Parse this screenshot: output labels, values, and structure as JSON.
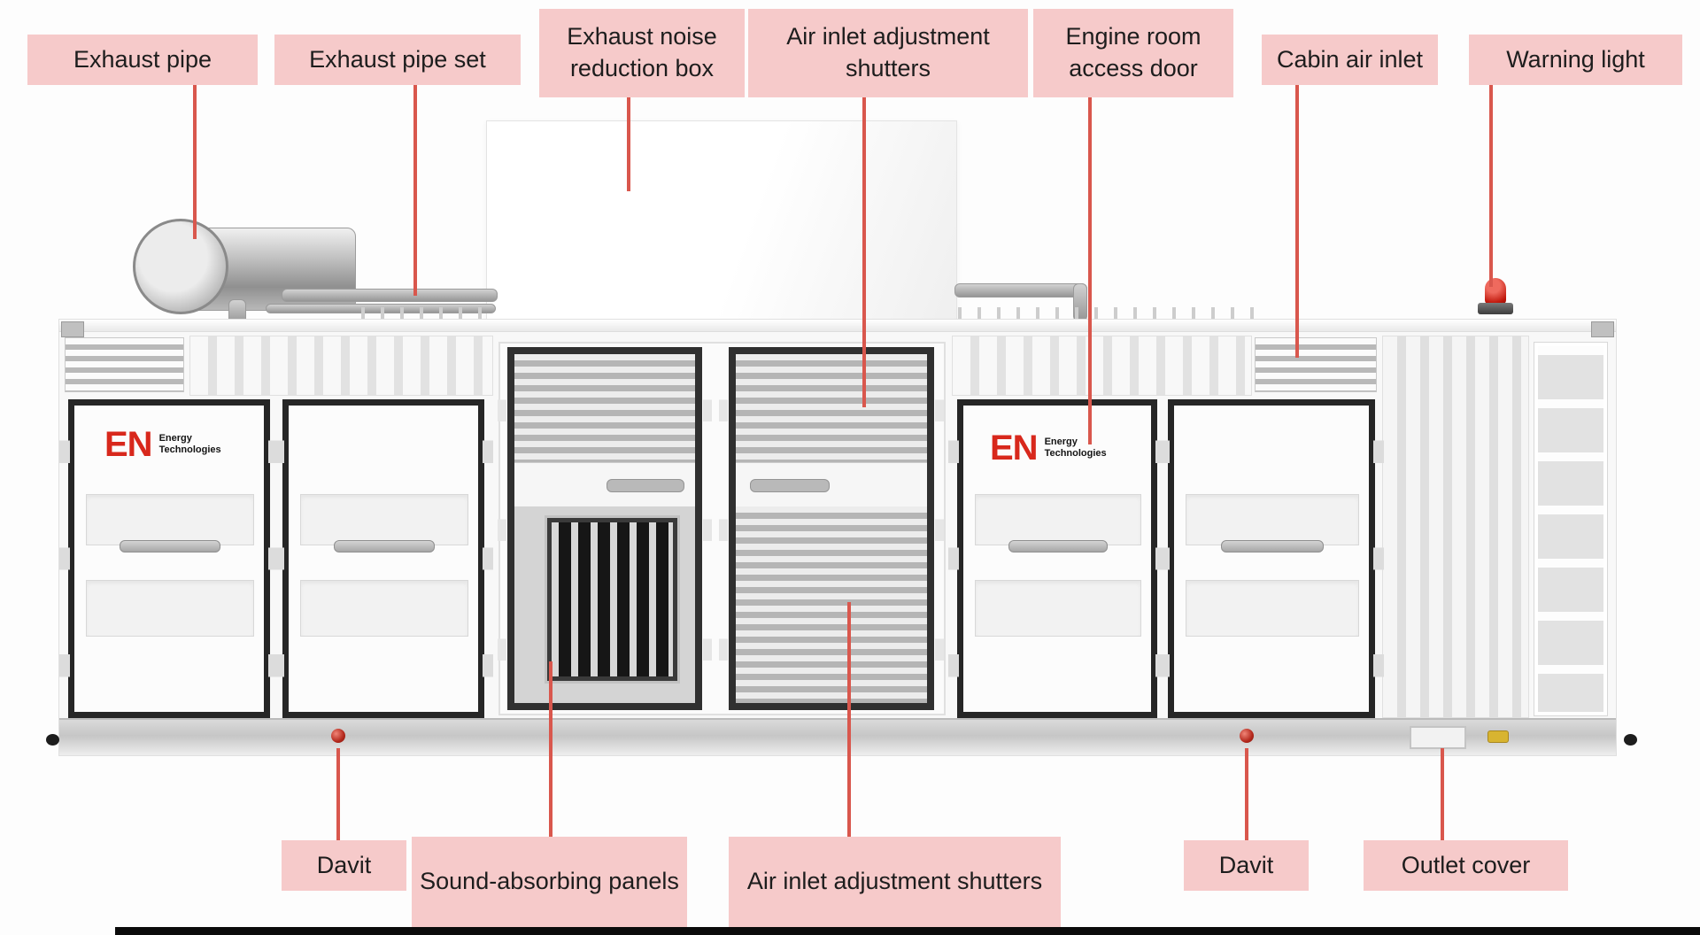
{
  "labels": {
    "top": [
      {
        "text": "Exhaust pipe"
      },
      {
        "text": "Exhaust pipe set"
      },
      {
        "text": "Exhaust noise reduction box"
      },
      {
        "text": "Air inlet adjustment shutters"
      },
      {
        "text": "Engine room access door"
      },
      {
        "text": "Cabin air inlet"
      },
      {
        "text": "Warning light"
      }
    ],
    "bottom": [
      {
        "text": "Davit"
      },
      {
        "text": "Sound-absorbing panels"
      },
      {
        "text": "Air inlet adjustment shutters"
      },
      {
        "text": "Davit"
      },
      {
        "text": "Outlet cover"
      }
    ]
  },
  "logo": {
    "abbr": "EN",
    "line1": "Energy",
    "line2": "Technologies"
  },
  "colors": {
    "label_background": "#f6caca",
    "leader_line": "#d9574d",
    "logo_red": "#d8281c",
    "warning_light_red": "#c1180c",
    "frame_dark": "#262626"
  }
}
